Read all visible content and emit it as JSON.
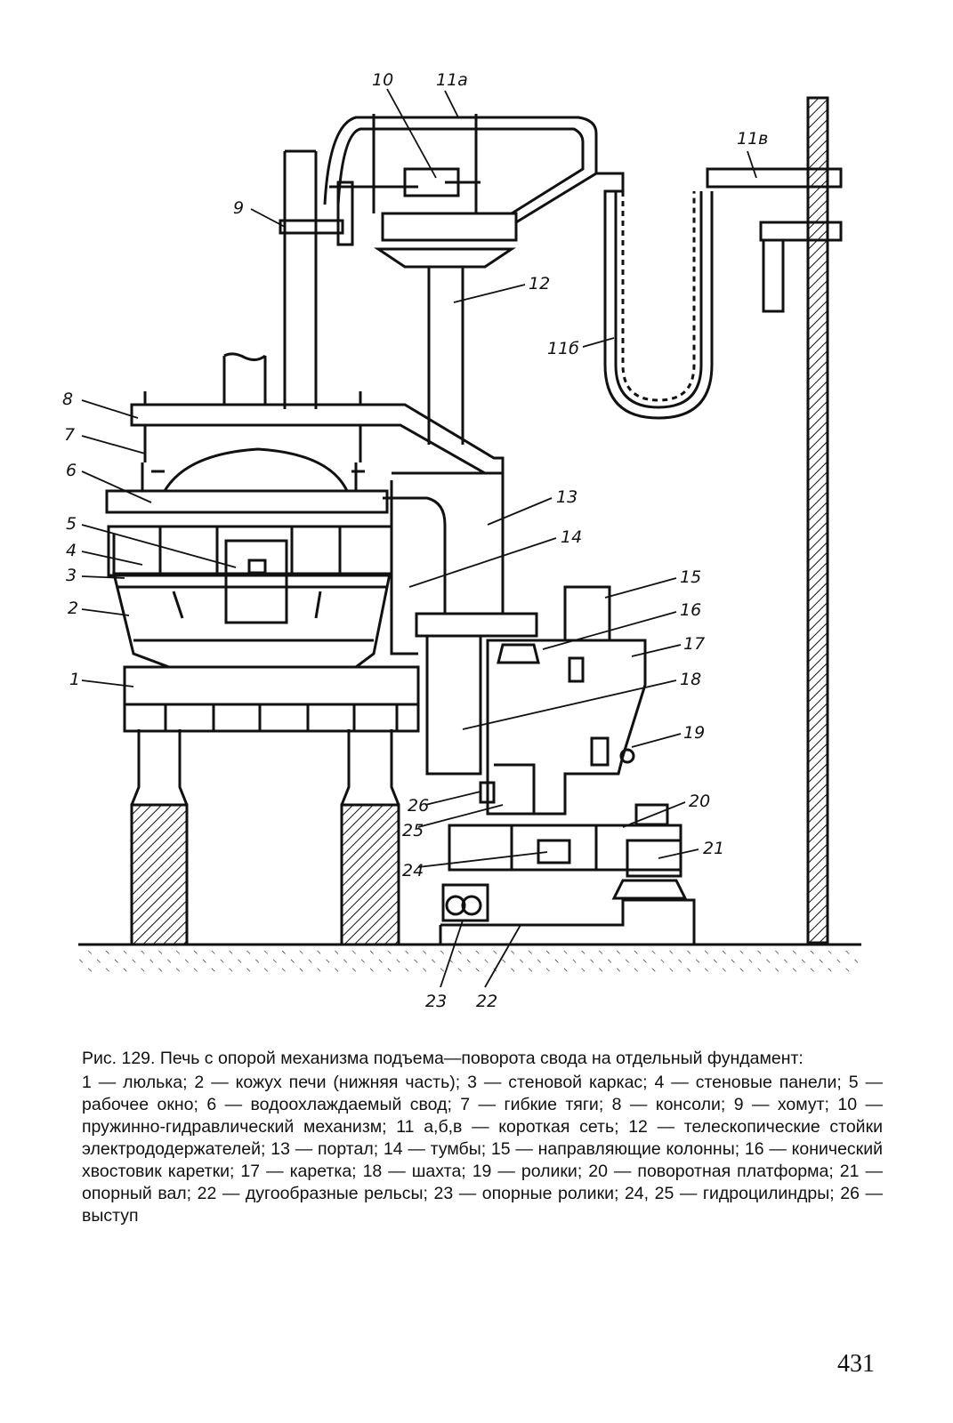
{
  "figure": {
    "labels": [
      {
        "id": "1",
        "text": "1"
      },
      {
        "id": "2",
        "text": "2"
      },
      {
        "id": "3",
        "text": "3"
      },
      {
        "id": "4",
        "text": "4"
      },
      {
        "id": "5",
        "text": "5"
      },
      {
        "id": "6",
        "text": "6"
      },
      {
        "id": "7",
        "text": "7"
      },
      {
        "id": "8",
        "text": "8"
      },
      {
        "id": "9",
        "text": "9"
      },
      {
        "id": "10",
        "text": "10"
      },
      {
        "id": "11a",
        "text": "11a"
      },
      {
        "id": "11b",
        "text": "11б"
      },
      {
        "id": "11v",
        "text": "11в"
      },
      {
        "id": "12",
        "text": "12"
      },
      {
        "id": "13",
        "text": "13"
      },
      {
        "id": "14",
        "text": "14"
      },
      {
        "id": "15",
        "text": "15"
      },
      {
        "id": "16",
        "text": "16"
      },
      {
        "id": "17",
        "text": "17"
      },
      {
        "id": "18",
        "text": "18"
      },
      {
        "id": "19",
        "text": "19"
      },
      {
        "id": "20",
        "text": "20"
      },
      {
        "id": "21",
        "text": "21"
      },
      {
        "id": "22",
        "text": "22"
      },
      {
        "id": "23",
        "text": "23"
      },
      {
        "id": "24",
        "text": "24"
      },
      {
        "id": "25",
        "text": "25"
      },
      {
        "id": "26",
        "text": "26"
      }
    ]
  },
  "caption": {
    "title": "Рис. 129. Печь с опорой механизма подъема—поворота свода на отдельный фундамент:",
    "legend": "1 — люлька; 2 — кожух печи (нижняя часть); 3 — стеновой каркас; 4 — стеновые панели; 5 — рабочее окно; 6 — водоохлаждаемый свод; 7 — гибкие тяги; 8 — консоли; 9 — хомут; 10 — пружинно-гидравлический механизм; 11 а,б,в — короткая сеть; 12 — телескопические стойки электрододержателей; 13 — портал; 14 — тумбы; 15 — направляющие колонны; 16 — конический хвостовик каретки; 17 — каретка; 18 — шахта; 19 — ролики; 20 — поворотная платформа; 21 — опорный вал; 22 — дугообразные рельсы; 23 — опорные ролики; 24, 25 — гидроцилиндры; 26 — выступ"
  },
  "page_number": "431"
}
